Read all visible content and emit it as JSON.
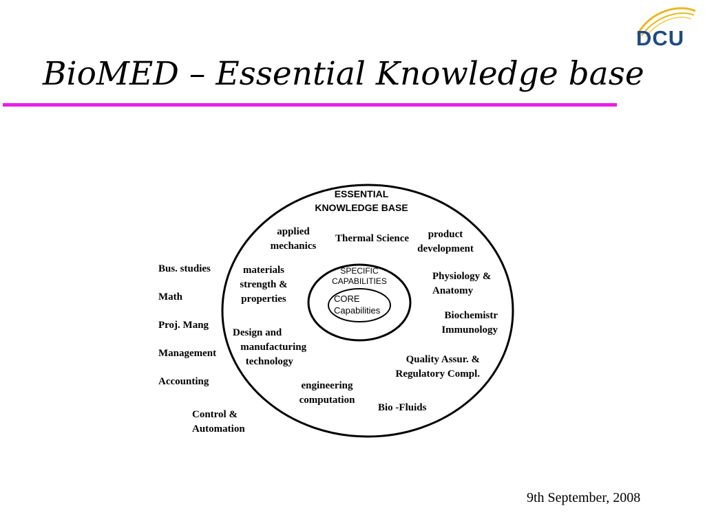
{
  "slide": {
    "title": "BioMED – Essential Knowledge base",
    "logo": "DCU",
    "date": "9th September, 2008"
  },
  "diagram": {
    "outer_title": "ESSENTIAL\nKNOWLEDGE BASE",
    "specific": "SPECIFIC\nCAPABILITIES",
    "core": "CORE\nCapabilities",
    "applied_mechanics": "applied\nmechanics",
    "thermal_science": "Thermal Science",
    "product_development": "product\ndevelopment",
    "materials": "materials\nstrength &\nproperties",
    "physiology": "Physiology &\nAnatomy",
    "biochemistry": "Biochemistr\nImmunology",
    "design": "Design and\n   manufacturing\n     technology",
    "quality": "Quality Assur. &\nRegulatory Compl.",
    "engineering": "engineering\ncomputation",
    "bio_fluids": "Bio -Fluids",
    "outside": [
      "Bus. studies",
      "Math",
      "Proj. Mang",
      "Management",
      "Accounting"
    ],
    "control": "Control &\nAutomation"
  }
}
